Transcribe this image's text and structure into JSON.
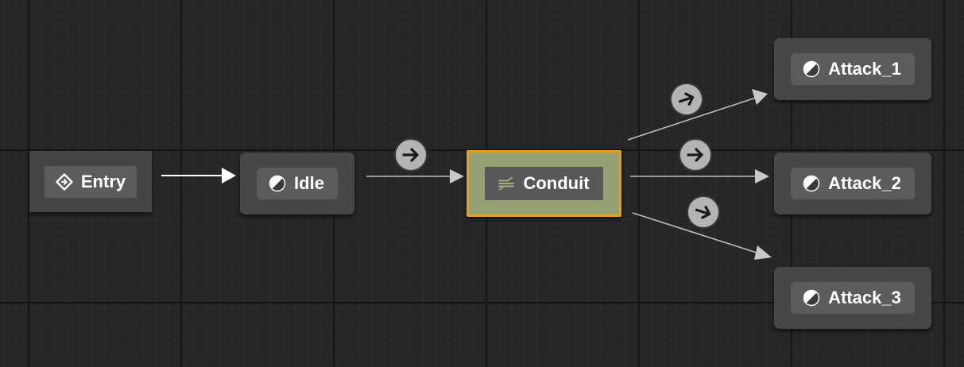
{
  "graph": {
    "nodes": {
      "entry": {
        "label": "Entry",
        "icon": "entry-diamond-icon"
      },
      "idle": {
        "label": "Idle",
        "icon": "state-icon"
      },
      "conduit": {
        "label": "Conduit",
        "icon": "conduit-icon"
      },
      "attack_1": {
        "label": "Attack_1",
        "icon": "state-icon"
      },
      "attack_2": {
        "label": "Attack_2",
        "icon": "state-icon"
      },
      "attack_3": {
        "label": "Attack_3",
        "icon": "state-icon"
      }
    },
    "transitions": [
      {
        "from": "Entry",
        "to": "Idle",
        "icon": "none"
      },
      {
        "from": "Idle",
        "to": "Conduit",
        "icon": "transition-rule-arrow-icon"
      },
      {
        "from": "Conduit",
        "to": "Attack_1",
        "icon": "transition-rule-arrow-icon"
      },
      {
        "from": "Conduit",
        "to": "Attack_2",
        "icon": "transition-rule-arrow-icon"
      },
      {
        "from": "Conduit",
        "to": "Attack_3",
        "icon": "transition-rule-arrow-icon"
      }
    ],
    "selected_node": "Conduit"
  },
  "colors": {
    "background": "#262626",
    "node_body": "#474747",
    "node_title": "#5c5c5c",
    "conduit_fill": "#96a172",
    "selection_outline": "#f59a12",
    "wire": "#bdbdbd",
    "entry_wire": "#ffffff",
    "transition_badge": "#b4b4b4",
    "text": "#ffffff"
  }
}
